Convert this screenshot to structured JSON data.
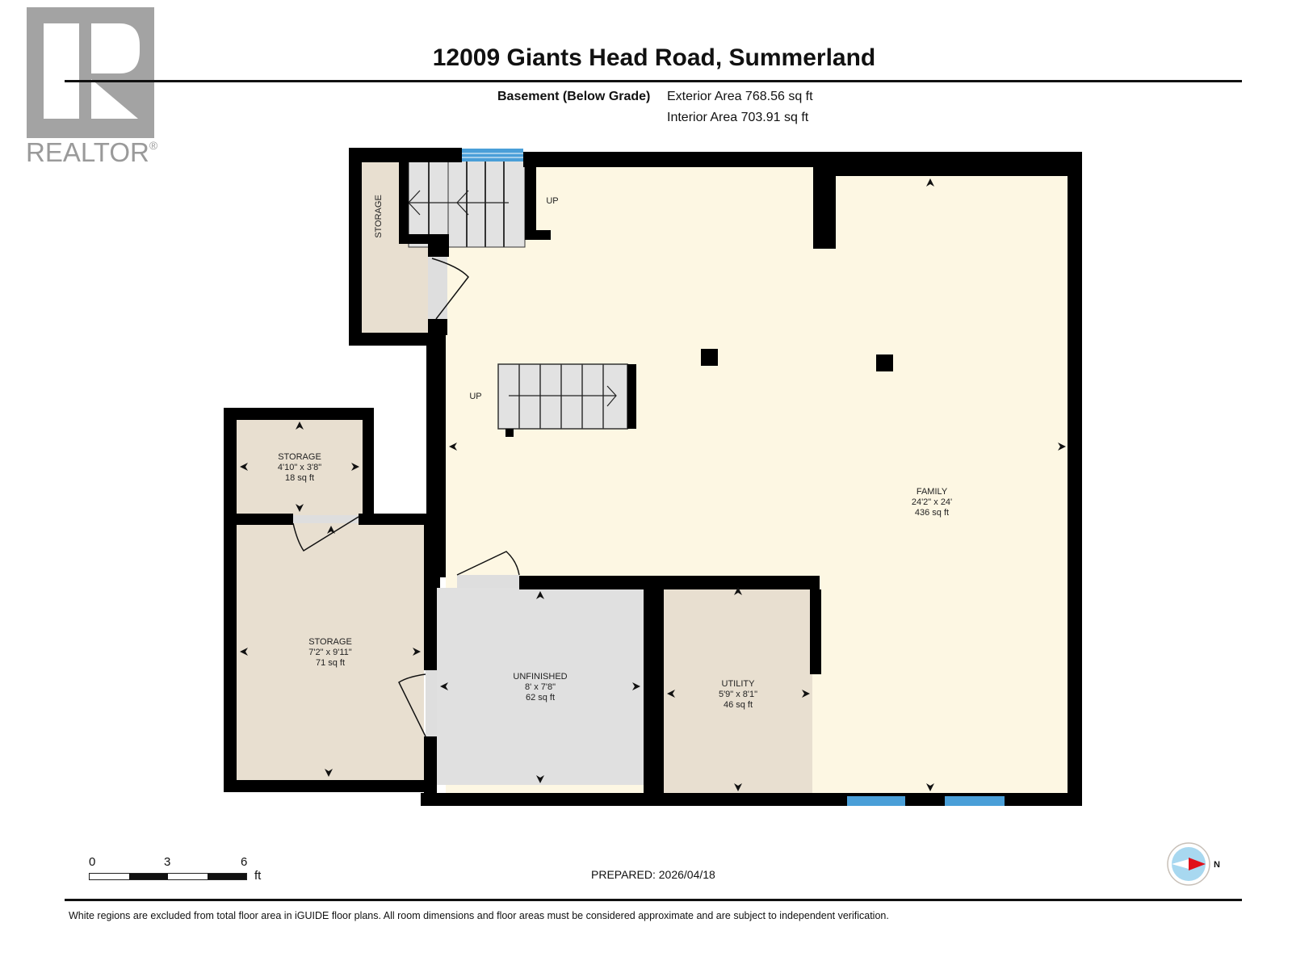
{
  "branding": {
    "logo_text": "REALTOR",
    "logo_mark": "®",
    "logo_color": "#a3a3a3"
  },
  "header": {
    "title": "12009 Giants Head Road, Summerland",
    "floor_label": "Basement (Below Grade)",
    "exterior_area": "Exterior Area 768.56 sq ft",
    "interior_area": "Interior Area 703.91 sq ft"
  },
  "colors": {
    "wall": "#000000",
    "family_fill": "#fdf7e3",
    "storage_fill": "#e8dfd0",
    "unfinished_fill": "#e0e0e0",
    "stair_fill": "#e2e2e2",
    "window": "#4a9fd8",
    "compass_fill": "#a8d8f0",
    "compass_needle": "#e0101a"
  },
  "rooms": [
    {
      "id": "family",
      "name": "FAMILY",
      "dimensions": "24'2\" x 24'",
      "area": "436 sq ft"
    },
    {
      "id": "storage-small",
      "name": "STORAGE",
      "dimensions": "4'10\" x 3'8\"",
      "area": "18 sq ft"
    },
    {
      "id": "storage-large",
      "name": "STORAGE",
      "dimensions": "7'2\" x 9'11\"",
      "area": "71 sq ft"
    },
    {
      "id": "unfinished",
      "name": "UNFINISHED",
      "dimensions": "8' x 7'8\"",
      "area": "62 sq ft"
    },
    {
      "id": "utility",
      "name": "UTILITY",
      "dimensions": "5'9\" x 8'1\"",
      "area": "46 sq ft"
    },
    {
      "id": "storage-closet",
      "name": "STORAGE",
      "dimensions": "",
      "area": ""
    }
  ],
  "stairs": [
    {
      "id": "stair-top",
      "label": "UP"
    },
    {
      "id": "stair-middle",
      "label": "UP"
    }
  ],
  "scale_bar": {
    "ticks": [
      "0",
      "3",
      "6"
    ],
    "unit": "ft"
  },
  "compass": {
    "direction_label": "N"
  },
  "footer": {
    "prepared": "PREPARED: 2026/04/18",
    "disclaimer": "White regions are excluded from total floor area in iGUIDE floor plans. All room dimensions and floor areas must be considered approximate and are subject to independent verification."
  }
}
